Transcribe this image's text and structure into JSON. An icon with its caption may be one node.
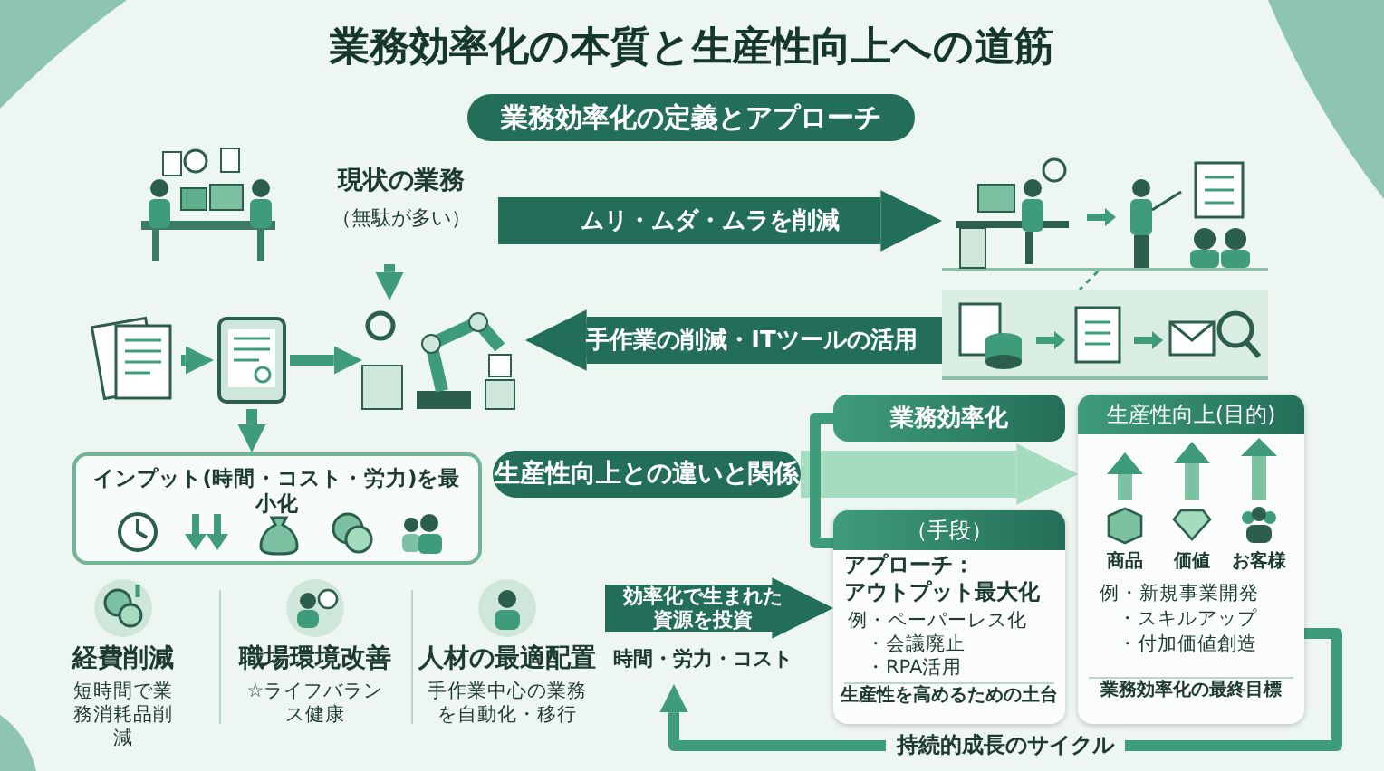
{
  "diagram": {
    "title": "業務効率化の本質と生産性向上への道筋",
    "nodes": [
      {
        "text": [
          "業務効率化の定義とアプローチ"
        ]
      },
      {
        "text": [
          "現状の業務",
          "（無駄が多い）"
        ]
      },
      {
        "text": [],
        "shape": "picture"
      },
      {
        "text": [],
        "shape": "picture"
      },
      {
        "text": [],
        "shape": "picture"
      },
      {
        "text": [],
        "shape": "picture"
      },
      {
        "text": [],
        "shape": "picture"
      },
      {
        "text": [
          "インプット(時間・コスト・労力)を最小化"
        ]
      },
      {
        "text": [
          "経費削減",
          "短時間で業務消耗品削減"
        ]
      },
      {
        "text": [
          "職場環境改善",
          "☆ライフバランス健康"
        ]
      },
      {
        "text": [
          "人材の最適配置",
          "手作業中心の業務を自動化・移行"
        ]
      },
      {
        "text": [
          "生産性向上との違いと関係"
        ]
      },
      {
        "text": [
          "業務効率化"
        ]
      },
      {
        "text": [
          "（手段）",
          "アプローチ：",
          "アウトプット最大化",
          "例・ペーパーレス化",
          "・会議廃止",
          "・RPA活用",
          "生産性を高めるための土台"
        ]
      },
      {
        "text": [
          "生産性向上(目的)",
          "商品",
          "価値",
          "お客様",
          "例・新規事業開発",
          "・スキルアップ",
          "・付加価値創造",
          "業務効率化の最終目標"
        ]
      }
    ],
    "edges": [
      {
        "from": 1,
        "to": 2,
        "arrow": "to",
        "label": "ムリ・ムダ・ムラを削減",
        "style": "thick",
        "color": "#236e58"
      },
      {
        "from": 2,
        "to": 6,
        "arrow": "none",
        "style": "dashed"
      },
      {
        "from": 1,
        "to": 5,
        "arrow": "to"
      },
      {
        "from": 3,
        "to": 4,
        "arrow": "to"
      },
      {
        "from": 4,
        "to": 5,
        "arrow": "to"
      },
      {
        "from": 6,
        "to": 5,
        "arrow": "to",
        "label": "手作業の削減・ITツールの活用",
        "style": "thick",
        "color": "#236e58"
      },
      {
        "from": 4,
        "to": 7,
        "arrow": "to"
      },
      {
        "from": 11,
        "to": 14,
        "arrow": "to",
        "style": "thick",
        "color": "#a5dcbf"
      },
      {
        "from": null,
        "to": 13,
        "arrow": "to",
        "label": "効率化で生まれた資源を投資",
        "style": "thick",
        "color": "#236e58"
      },
      {
        "from": 13,
        "to": 12,
        "arrow": "none"
      },
      {
        "from": 14,
        "to": null,
        "arrow": "to",
        "label": "持続的成長のサイクル"
      }
    ],
    "labels": [
      "時間・労力・コスト"
    ]
  }
}
